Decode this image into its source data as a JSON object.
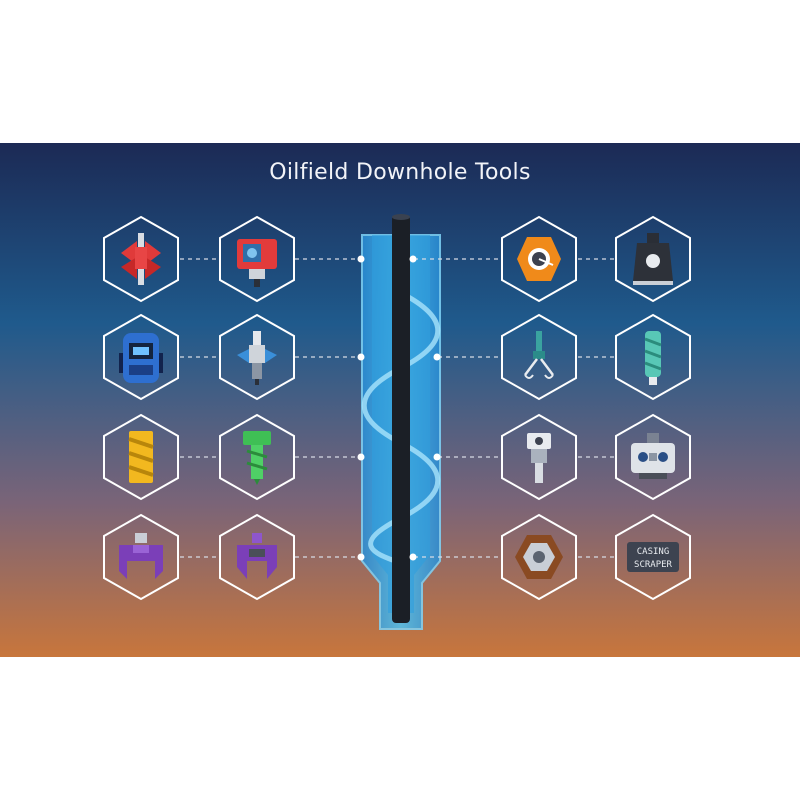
{
  "title": "Oilfield Downhole Tools",
  "colors": {
    "background_top": "#1c2a55",
    "background_mid": "#1f5a8c",
    "background_bottom": "#c8763c",
    "hexagon_outline": "#ffffff",
    "wellbore_glow": "#38a9e6",
    "pipe": "#1b1f26"
  },
  "tools_left": [
    {
      "name": "centralizer-icon"
    },
    {
      "name": "control-unit-icon"
    },
    {
      "name": "logging-tool-icon"
    },
    {
      "name": "sensor-probe-icon"
    },
    {
      "name": "spiral-drill-bit-icon"
    },
    {
      "name": "green-auger-icon"
    },
    {
      "name": "fishing-grab-icon"
    },
    {
      "name": "overshot-grab-icon"
    }
  ],
  "tools_right": [
    {
      "name": "valve-gauge-icon"
    },
    {
      "name": "packer-head-icon"
    },
    {
      "name": "retrieval-hook-icon"
    },
    {
      "name": "screw-mandrel-icon"
    },
    {
      "name": "piston-plug-icon"
    },
    {
      "name": "downhole-camera-icon"
    },
    {
      "name": "hex-nut-icon"
    },
    {
      "name": "casing-scraper-icon",
      "label": "CASING SCRAPER",
      "line1": "CASING",
      "line2": "SCRAPER"
    }
  ]
}
